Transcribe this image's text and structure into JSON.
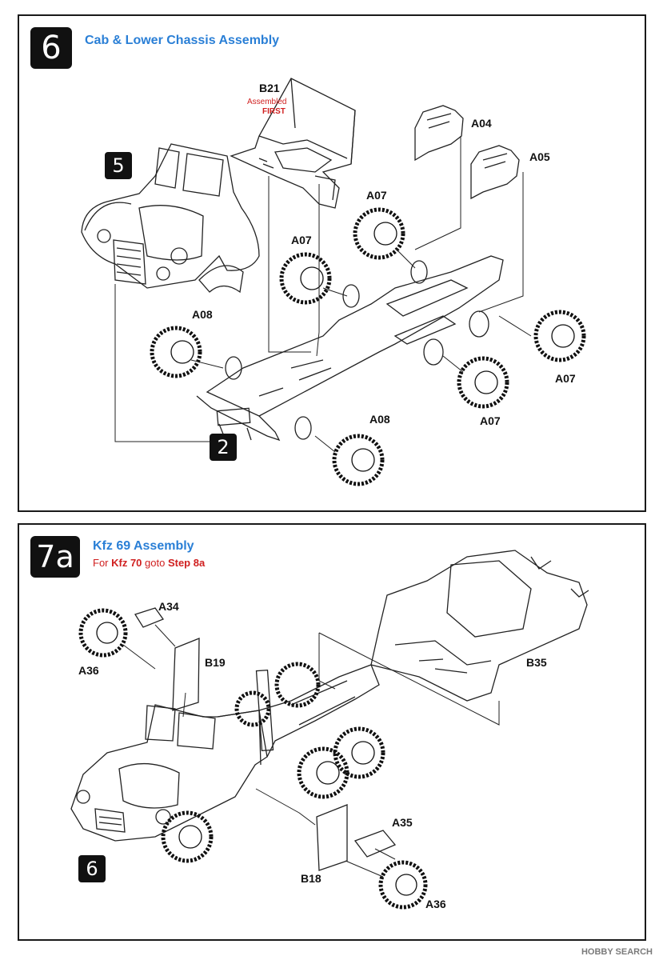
{
  "step6": {
    "number": "6",
    "title": "Cab & Lower Chassis Assembly",
    "ref_badges": [
      "5",
      "2"
    ],
    "labels": {
      "b21": "B21",
      "b21_note1": "Assembled",
      "b21_note2": "FIRST",
      "a04": "A04",
      "a05": "A05",
      "a07_top": "A07",
      "a07_left": "A07",
      "a07_right": "A07",
      "a07_mid": "A07",
      "a08_left": "A08",
      "a08_bottom": "A08"
    }
  },
  "step7a": {
    "number": "7a",
    "title": "Kfz 69 Assembly",
    "sub_prefix": "For ",
    "sub_bold1": "Kfz 70",
    "sub_mid": " goto ",
    "sub_bold2": "Step 8a",
    "ref_badge": "6",
    "labels": {
      "a34": "A34",
      "a36_left": "A36",
      "b19": "B19",
      "b35": "B35",
      "a35": "A35",
      "b18": "B18",
      "a36_bottom": "A36"
    }
  },
  "watermark": "HOBBY SEARCH"
}
